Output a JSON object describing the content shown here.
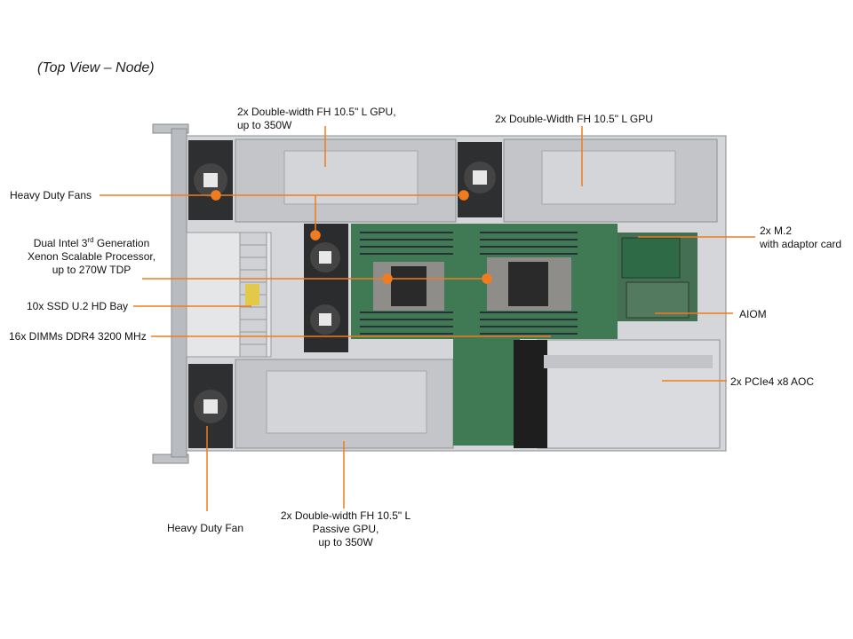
{
  "title": "(Top View – Node)",
  "colors": {
    "callout_line": "#f07c1e",
    "chassis": "#c9cbce",
    "board": "#3f7a55"
  },
  "callouts": {
    "gpu_top_left": {
      "line1": "2x Double-width FH 10.5\" L GPU,",
      "line2": "up to 350W"
    },
    "gpu_top_right": {
      "text": "2x Double-Width FH 10.5\" L GPU"
    },
    "fans": {
      "text": "Heavy Duty Fans"
    },
    "cpu": {
      "line1_pre": "Dual Intel 3",
      "line1_sup": "rd",
      "line1_post": " Generation",
      "line2": "Xenon Scalable Processor,",
      "line3": "up to 270W TDP"
    },
    "ssd": {
      "text": "10x SSD U.2 HD Bay"
    },
    "dimm": {
      "text": "16x DIMMs DDR4 3200 MHz"
    },
    "m2": {
      "line1": "2x M.2",
      "line2": "with adaptor card"
    },
    "aiom": {
      "text": "AIOM"
    },
    "pcie": {
      "text": "2x PCIe4 x8 AOC"
    },
    "fan_bottom": {
      "text": "Heavy Duty Fan"
    },
    "gpu_bottom": {
      "line1": "2x Double-width FH 10.5\" L",
      "line2": "Passive GPU,",
      "line3": "up to 350W"
    }
  }
}
